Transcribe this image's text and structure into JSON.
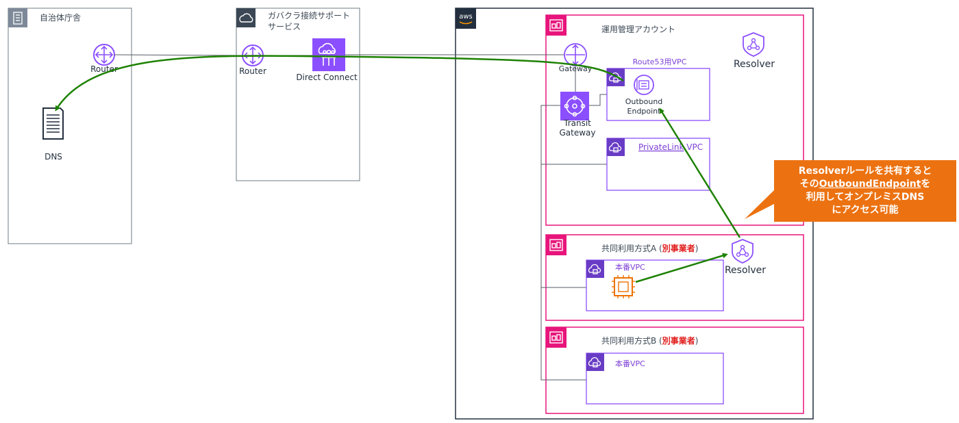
{
  "groups": {
    "municipal": "自治体庁舎",
    "support_line1": "ガバクラ接続サポート",
    "support_line2": "サービス",
    "aws": "aws",
    "ops_account": "運用管理アカウント",
    "shared_a_prefix": "共同利用方式A (",
    "shared_a_em": "別事業者",
    "shared_a_suffix": ")",
    "shared_b_prefix": "共同利用方式B (",
    "shared_b_em": "別事業者",
    "shared_b_suffix": ")"
  },
  "nodes": {
    "router_onprem": "Router",
    "dns": "DNS",
    "router_support": "Router",
    "direct_connect": "Direct Connect",
    "gateway": "Gateway",
    "transit_line1": "Transit",
    "transit_line2": "Gateway",
    "route53_vpc": "Route53用VPC",
    "outbound_line1": "Outbound",
    "outbound_line2": "Endpoint",
    "privatelink_vpc_a": "PrivateLink",
    "privatelink_vpc_b": "VPC",
    "resolver_top": "Resolver",
    "resolver_bottom": "Resolver",
    "prod_vpc_a": "本番VPC",
    "prod_vpc_b": "本番VPC"
  },
  "callout": {
    "line1": "Resolverルールを共有すると",
    "line2_prefix": "その",
    "line2_link": "OutboundEndpoint",
    "line2_suffix": "を",
    "line3": "利用してオンプレミスDNS",
    "line4": "にアクセス可能"
  },
  "colors": {
    "group_border": "#879196",
    "account_pink": "#e7157b",
    "vpc_purple": "#8c4fff",
    "vpc_icon_bg": "#693cc5",
    "arrow_green": "#1d8102",
    "callout_orange": "#ec7211",
    "ec2_orange": "#ed7100",
    "aws_dark": "#232f3e",
    "emphasis_red": "#e0201f"
  }
}
